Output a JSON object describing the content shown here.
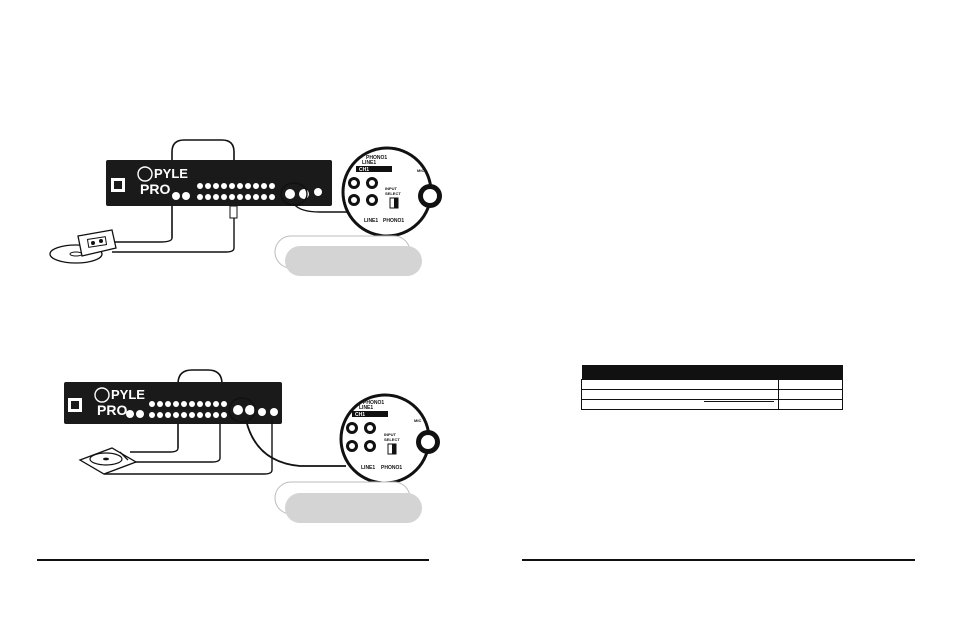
{
  "brand": {
    "line1": "PYLE",
    "line2": "PRO"
  },
  "zoom": {
    "channel_top": "PHONO1",
    "channel_mid": "LINE1",
    "channel_badge": "CH1",
    "switch_label_1": "INPUT",
    "switch_label_2": "SELECT",
    "bottom_left": "LINE1",
    "bottom_right": "PHONO1",
    "mic": "MIC"
  },
  "colors": {
    "ink": "#111111",
    "callout_fill": "#d4d4d4",
    "panel": "#1a1a1a"
  },
  "icons": [
    "cassette-deck-icon",
    "turntable-icon",
    "magnifier-callout-icon"
  ]
}
